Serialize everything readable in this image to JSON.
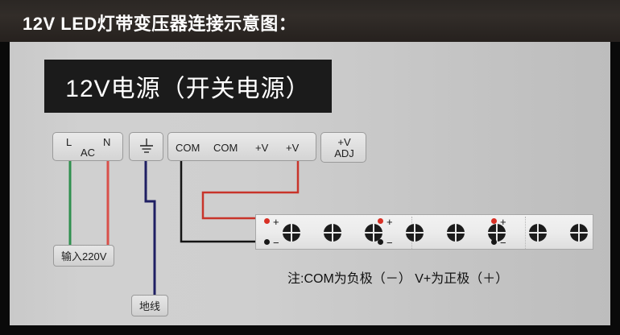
{
  "header": {
    "title": "12V LED灯带变压器连接示意图："
  },
  "diagram": {
    "psu": {
      "label": "12V电源（开关电源）"
    },
    "terminals": {
      "ac_block": {
        "name": "ac-input-terminal",
        "live": "L",
        "neutral": "N",
        "type": "AC"
      },
      "ground_block": {
        "name": "earth-ground-terminal",
        "symbol": "earth-ground-icon"
      },
      "output_block": {
        "name": "dc-output-terminal",
        "pins": [
          "COM",
          "COM",
          "+V",
          "+V"
        ]
      },
      "adj_block": {
        "name": "voltage-adjust-terminal",
        "line1": "+V",
        "line2": "ADJ"
      }
    },
    "tags": {
      "input": "输入220V",
      "ground": "地线"
    },
    "led_strip": {
      "name": "led-strip",
      "led_count": 8,
      "pad_groups": 3,
      "pad_positive_symbol": "+",
      "pad_negative_symbol": "−"
    },
    "note": "注:COM为负极（－） V+为正极（＋）",
    "wires": [
      {
        "name": "live-wire",
        "from": "L",
        "to": "输入220V",
        "color": "#2f8f4e"
      },
      {
        "name": "neutral-wire",
        "from": "N",
        "to": "输入220V",
        "color": "#d9504a"
      },
      {
        "name": "ground-wire",
        "from": "GND",
        "to": "地线",
        "color": "#1f1f63"
      },
      {
        "name": "com-wire",
        "from": "COM",
        "to": "−",
        "color": "#141414"
      },
      {
        "name": "positive-wire",
        "from": "+V",
        "to": "+",
        "color": "#c8342a"
      }
    ]
  },
  "colors": {
    "frame": "#000000",
    "title_bar": "#2b2724",
    "panel": "#cccccc",
    "psu": "#1b1b1b",
    "wire_live": "#2f8f4e",
    "wire_neutral": "#d9504a",
    "wire_ground": "#1f1f63",
    "wire_com": "#141414",
    "wire_positive": "#c8342a",
    "pad_positive": "#d83025",
    "pad_negative": "#171717"
  }
}
